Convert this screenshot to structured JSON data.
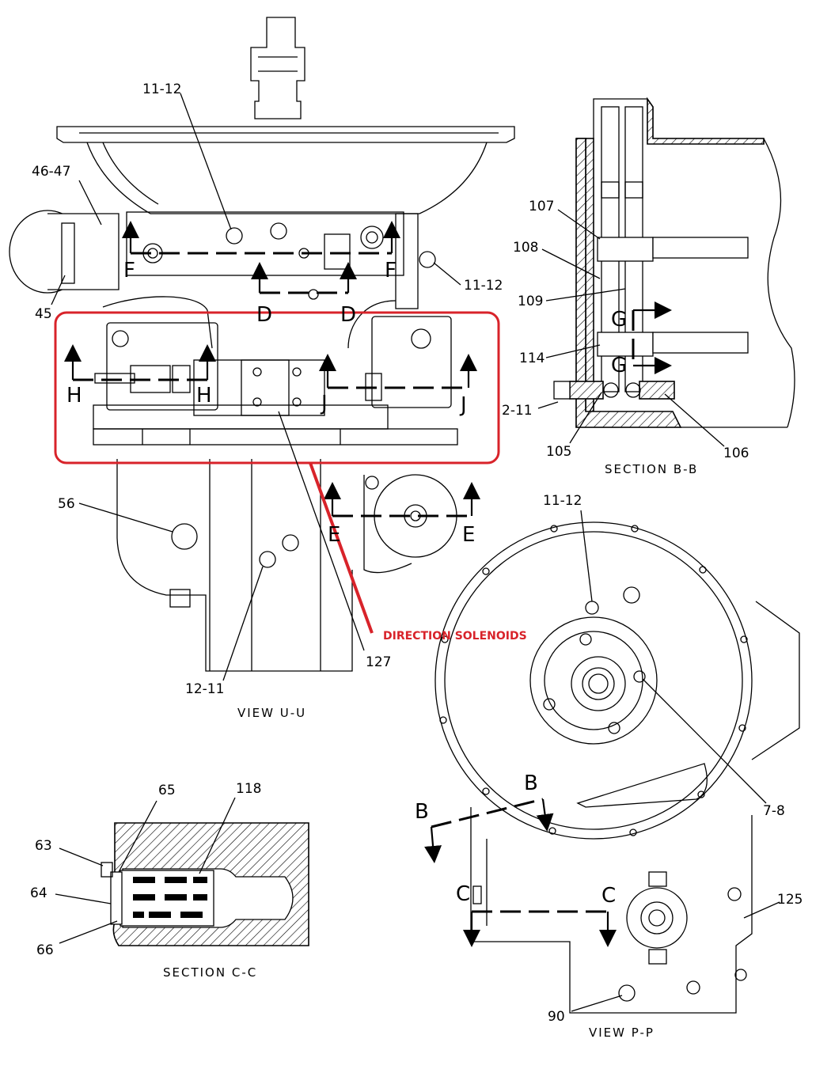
{
  "views": {
    "view_u": "VIEW U-U",
    "view_p": "VIEW P-P",
    "section_b": "SECTION B-B",
    "section_c": "SECTION C-C"
  },
  "callouts": {
    "c11_12_top": "11-12",
    "c46_47": "46-47",
    "c45": "45",
    "c11_12_right": "11-12",
    "c56": "56",
    "c12_11": "12-11",
    "c127": "127",
    "c107": "107",
    "c108": "108",
    "c109": "109",
    "c114": "114",
    "c2_11": "2-11",
    "c105": "105",
    "c106": "106",
    "c11_12_flywheel": "11-12",
    "c7_8": "7-8",
    "c125": "125",
    "c90": "90",
    "c65": "65",
    "c118": "118",
    "c63": "63",
    "c64": "64",
    "c66": "66"
  },
  "section_letters": {
    "F": "F",
    "D": "D",
    "H": "H",
    "J": "J",
    "E": "E",
    "G": "G",
    "B": "B",
    "C": "C"
  },
  "annotation": {
    "text": "DIRECTION SOLENOIDS",
    "color": "#d8232a"
  },
  "colors": {
    "line": "#000000",
    "highlight": "#d8232a"
  }
}
